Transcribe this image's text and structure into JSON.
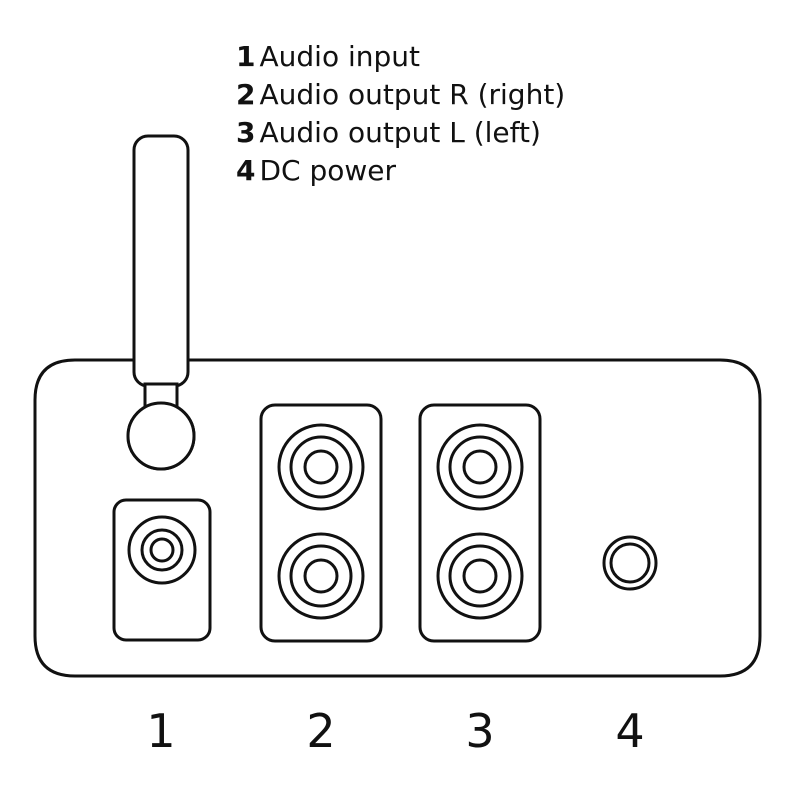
{
  "legend": [
    {
      "number": "1",
      "text": "Audio input"
    },
    {
      "number": "2",
      "text": "Audio output R (right)"
    },
    {
      "number": "3",
      "text": "Audio output L (left)"
    },
    {
      "number": "4",
      "text": "DC power"
    }
  ],
  "port_labels": [
    "1",
    "2",
    "3",
    "4"
  ],
  "colors": {
    "stroke": "#111111",
    "background": "#ffffff"
  }
}
